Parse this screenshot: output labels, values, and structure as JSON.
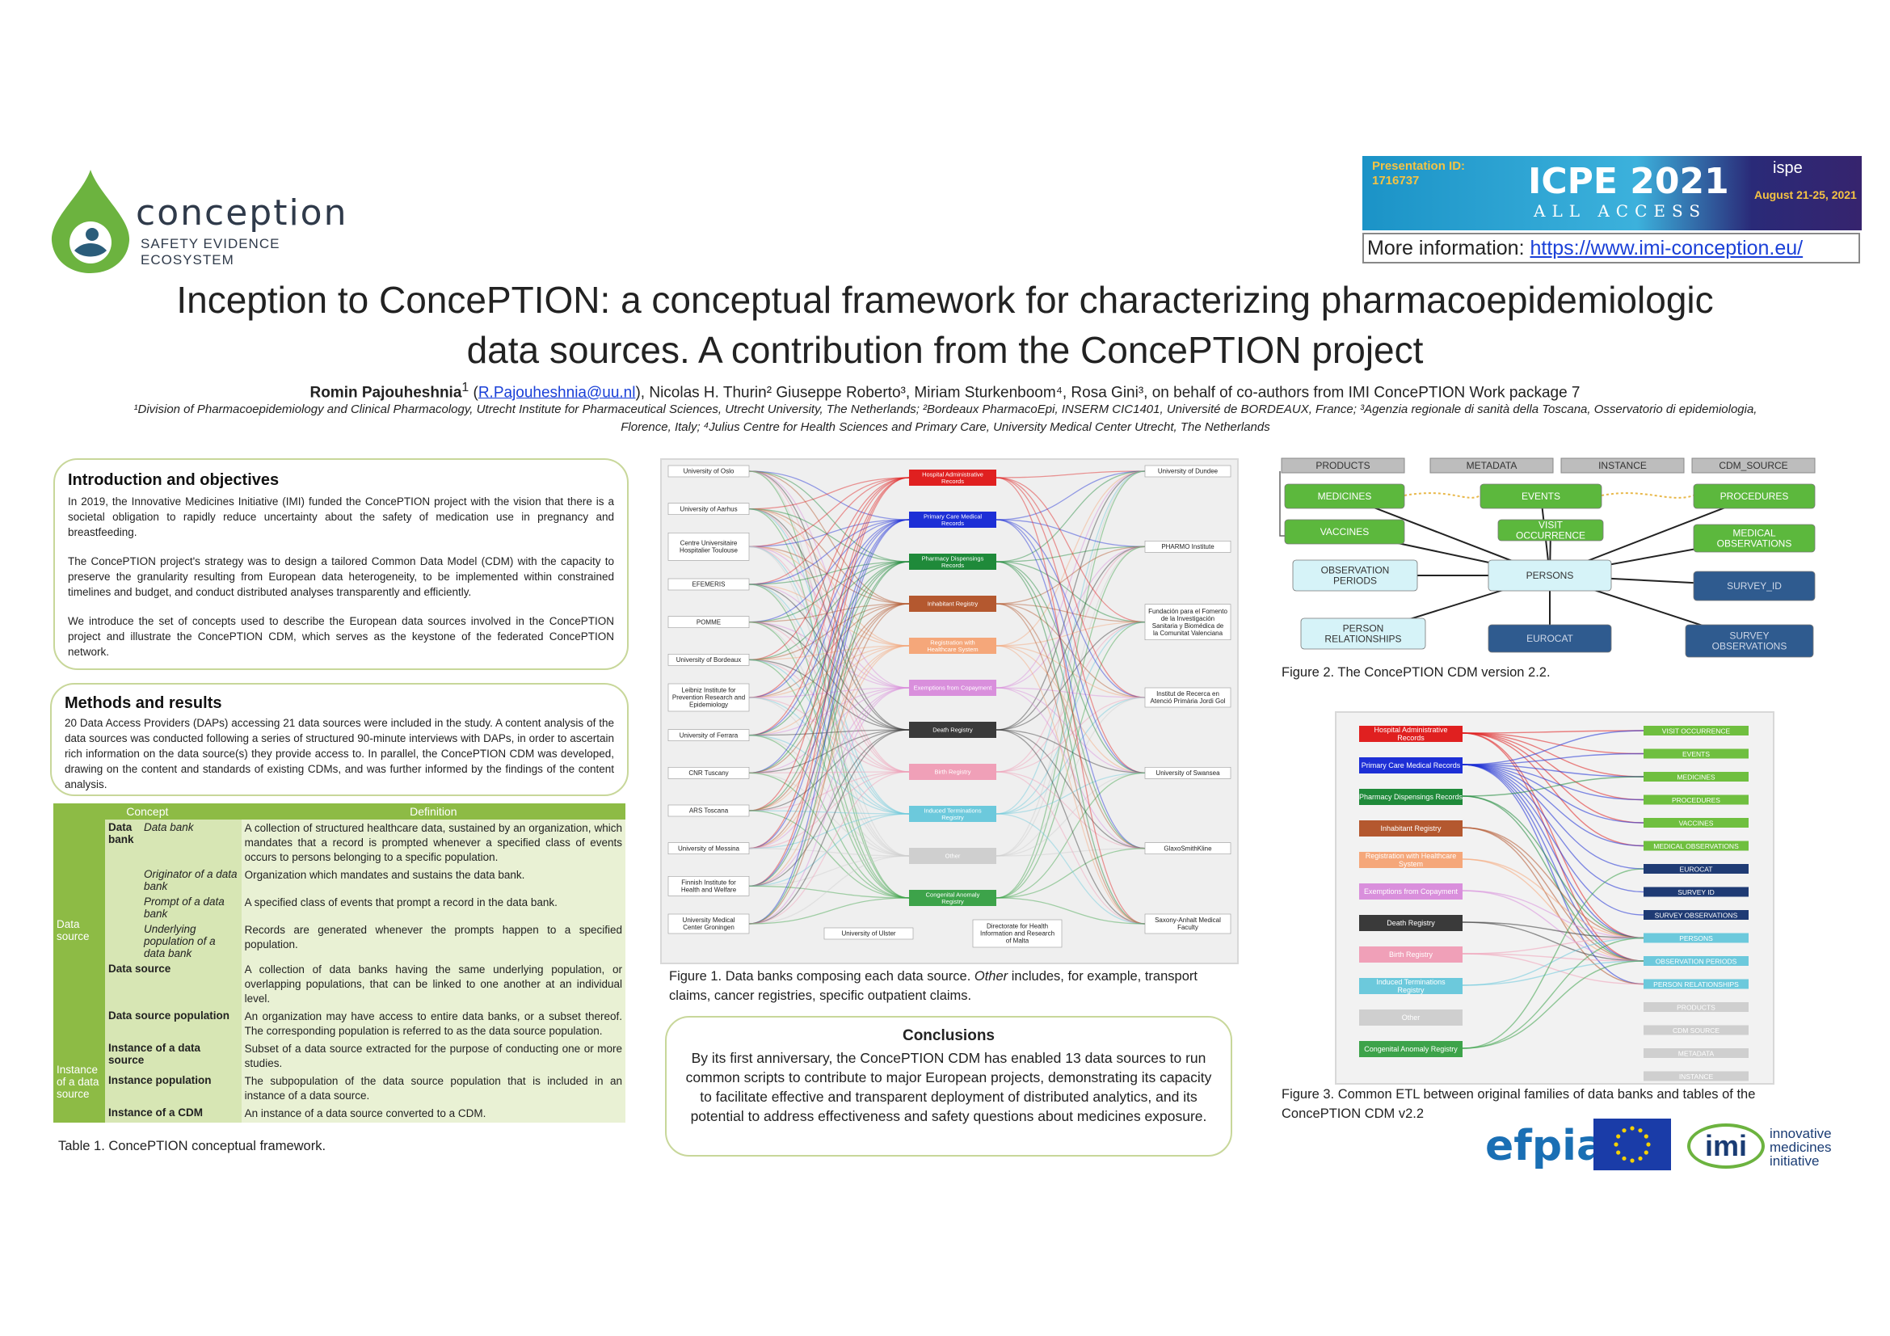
{
  "header": {
    "logo_word": "conception",
    "logo_sub": "SAFETY EVIDENCE ECOSYSTEM",
    "banner_pid_label": "Presentation ID:",
    "banner_pid": "1716737",
    "banner_title": "ICPE 2021",
    "banner_sub": "ALL ACCESS",
    "banner_ispe": "ispe",
    "banner_dates": "August 21-25, 2021",
    "moreinfo_label": "More information:",
    "moreinfo_url": "https://www.imi-conception.eu/",
    "title_line1": "Inception to ConcePTION: a conceptual framework for characterizing pharmacoepidemiologic",
    "title_line2": "data sources. A contribution from the ConcePTION project",
    "author_main": "Romin Pajouheshnia",
    "author_main_sup": "1",
    "author_email": "R.Pajouheshnia@uu.nl",
    "authors_rest": "), Nicolas H. Thurin² Giuseppe Roberto³, Miriam Sturkenboom⁴, Rosa Gini³, on behalf of co-authors from IMI ConcePTION Work package 7",
    "affiliations": "¹Division of Pharmacoepidemiology and Clinical Pharmacology, Utrecht Institute for Pharmaceutical Sciences, Utrecht University, The Netherlands; ²Bordeaux PharmacoEpi, INSERM CIC1401, Université de BORDEAUX, France; ³Agenzia regionale di sanità della Toscana, Osservatorio di epidemiologia, Florence, Italy; ⁴Julius Centre for Health Sciences and Primary Care, University Medical Center Utrecht, The Netherlands"
  },
  "intro": {
    "heading": "Introduction and objectives",
    "p1": "In 2019, the Innovative Medicines Initiative (IMI) funded the ConcePTION project with the vision that there is a societal obligation to rapidly reduce uncertainty about the safety of medication use in pregnancy and breastfeeding.",
    "p2": "The ConcePTION project's strategy was to design a tailored Common Data Model (CDM) with the capacity to preserve the granularity resulting from European data heterogeneity, to be implemented within constrained timelines and budget, and conduct distributed analyses transparently and efficiently.",
    "p3": "We introduce the set of concepts used to describe the European data sources involved in the ConcePTION project and illustrate the ConcePTION CDM, which serves as the keystone of the federated ConcePTION network."
  },
  "methods": {
    "heading": "Methods and results",
    "p1": "20 Data Access Providers (DAPs) accessing 21 data sources were included in the study. A content analysis of the data sources was conducted following a series of structured 90-minute interviews with DAPs, in order to ascertain rich information on the data source(s) they provide access to. In parallel, the ConcePTION CDM was developed, drawing on the content and standards of existing CDMs, and was further informed by the findings of the content analysis."
  },
  "table": {
    "col_concept": "Concept",
    "col_definition": "Definition",
    "grp_data_source": "Data source",
    "grp_instance": "Instance of a data source",
    "data_bank": "Data bank",
    "rows": [
      {
        "term": "Data bank",
        "def": "A collection of structured healthcare data, sustained by an organization, which mandates that a record is prompted whenever a specified class of events occurs to persons belonging to a specific population."
      },
      {
        "term": "Originator of a data bank",
        "def": "Organization which mandates and sustains the data bank."
      },
      {
        "term": "Prompt of a data bank",
        "def": "A specified class of events that prompt a record in the data bank."
      },
      {
        "term": "Underlying population of a data bank",
        "def": "Records are generated whenever the prompts happen to a specified population."
      },
      {
        "term": "Data source",
        "def": "A collection of data banks having the same underlying population, or overlapping populations, that can be linked to one another at an individual level."
      },
      {
        "term": "Data source population",
        "def": "An organization may have access to entire data banks, or a subset thereof. The corresponding population is referred to as the data source population."
      },
      {
        "term": "Instance of a data source",
        "def": "Subset of a data source extracted for the purpose of conducting one or more studies."
      },
      {
        "term": "Instance population",
        "def": "The subpopulation of the data source population that is included in an instance of a data source."
      },
      {
        "term": "Instance of a CDM",
        "def": "An instance of a data source converted to a CDM."
      }
    ],
    "caption": "Table 1. ConcePTION conceptual framework."
  },
  "fig1": {
    "left_nodes": [
      "University of Oslo",
      "University of Aarhus",
      "Centre Universitaire Hospitalier Toulouse",
      "EFEMERIS",
      "POMME",
      "University of Bordeaux",
      "Leibniz Institute for Prevention Research and Epidemiology",
      "University of Ferrara",
      "CNR Tuscany",
      "ARS Toscana",
      "University of Messina",
      "Finnish Institute for Health and Welfare",
      "University Medical Center Groningen"
    ],
    "bottom_nodes": [
      "University of Ulster",
      "Directorate for Health Information and Research of Malta"
    ],
    "right_nodes": [
      "University of Dundee",
      "PHARMO Institute",
      "Fundación para el Fomento de la Investigación Sanitaria y Biomédica de la Comunitat Valenciana",
      "Institut de Recerca en Atenció Primària Jordi Gol",
      "University of Swansea",
      "GlaxoSmithKline",
      "Saxony-Anhalt Medical Faculty"
    ],
    "mid_nodes": [
      {
        "label": "Hospital Administrative Records",
        "color": "#e02020"
      },
      {
        "label": "Primary Care Medical Records",
        "color": "#1d2fd6"
      },
      {
        "label": "Pharmacy Dispensings Records",
        "color": "#1f8a3a"
      },
      {
        "label": "Inhabitant Registry",
        "color": "#b4582f"
      },
      {
        "label": "Registration with Healthcare System",
        "color": "#f5a77a"
      },
      {
        "label": "Exemptions from Copayment",
        "color": "#d98fdc"
      },
      {
        "label": "Death Registry",
        "color": "#3a3a3a"
      },
      {
        "label": "Birth Registry",
        "color": "#f0a0b8"
      },
      {
        "label": "Induced Terminations Registry",
        "color": "#6cc9dc"
      },
      {
        "label": "Other",
        "color": "#cfcfcf"
      },
      {
        "label": "Congenital Anomaly Registry",
        "color": "#3da34a"
      }
    ],
    "caption_a": "Figure 1. Data banks composing each data source. ",
    "caption_other": "Other",
    "caption_b": " includes, for example, transport claims, cancer registries, specific outpatient claims."
  },
  "conclusions": {
    "heading": "Conclusions",
    "text": "By its first anniversary, the ConcePTION CDM has enabled 13 data sources to run common scripts to contribute to major European projects, demonstrating its capacity to facilitate effective and transparent deployment of distributed analytics, and its potential to address effectiveness and safety questions about medicines exposure."
  },
  "fig2": {
    "headers": [
      "PRODUCTS",
      "METADATA",
      "INSTANCE",
      "CDM_SOURCE"
    ],
    "green": [
      "MEDICINES",
      "VACCINES",
      "EVENTS",
      "VISIT OCCURRENCE",
      "PROCEDURES",
      "MEDICAL OBSERVATIONS"
    ],
    "light": [
      "OBSERVATION PERIODS",
      "PERSONS",
      "PERSON RELATIONSHIPS"
    ],
    "dark": [
      "EUROCAT",
      "SURVEY_ID",
      "SURVEY OBSERVATIONS"
    ],
    "caption": "Figure 2. The ConcePTION CDM version 2.2."
  },
  "fig3": {
    "left": [
      {
        "label": "Hospital Administrative Records",
        "color": "#e02020"
      },
      {
        "label": "Primary Care Medical Records",
        "color": "#1d2fd6"
      },
      {
        "label": "Pharmacy Dispensings Records",
        "color": "#1f8a3a"
      },
      {
        "label": "Inhabitant Registry",
        "color": "#b4582f"
      },
      {
        "label": "Registration with Healthcare System",
        "color": "#f5a77a"
      },
      {
        "label": "Exemptions from Copayment",
        "color": "#d98fdc"
      },
      {
        "label": "Death Registry",
        "color": "#3a3a3a"
      },
      {
        "label": "Birth Registry",
        "color": "#f0a0b8"
      },
      {
        "label": "Induced Terminations Registry",
        "color": "#6cc9dc"
      },
      {
        "label": "Other",
        "color": "#cfcfcf"
      },
      {
        "label": "Congenital Anomaly Registry",
        "color": "#3da34a"
      }
    ],
    "right": [
      {
        "label": "VISIT OCCURRENCE",
        "color": "#6fbf3f"
      },
      {
        "label": "EVENTS",
        "color": "#6fbf3f"
      },
      {
        "label": "MEDICINES",
        "color": "#6fbf3f"
      },
      {
        "label": "PROCEDURES",
        "color": "#6fbf3f"
      },
      {
        "label": "VACCINES",
        "color": "#6fbf3f"
      },
      {
        "label": "MEDICAL OBSERVATIONS",
        "color": "#6fbf3f"
      },
      {
        "label": "EUROCAT",
        "color": "#1f3b74"
      },
      {
        "label": "SURVEY ID",
        "color": "#1f3b74"
      },
      {
        "label": "SURVEY OBSERVATIONS",
        "color": "#1f3b74"
      },
      {
        "label": "PERSONS",
        "color": "#6cc9dc"
      },
      {
        "label": "OBSERVATION PERIODS",
        "color": "#6cc9dc"
      },
      {
        "label": "PERSON RELATIONSHIPS",
        "color": "#6cc9dc"
      },
      {
        "label": "PRODUCTS",
        "color": "#cfcfcf"
      },
      {
        "label": "CDM SOURCE",
        "color": "#cfcfcf"
      },
      {
        "label": "METADATA",
        "color": "#cfcfcf"
      },
      {
        "label": "INSTANCE",
        "color": "#cfcfcf"
      }
    ],
    "caption": "Figure 3. Common ETL between original families of data banks and tables of the ConcePTION CDM v2.2"
  },
  "footer": {
    "efpia": "efpia",
    "imi": "imi",
    "imi_text": "innovative medicines initiative"
  }
}
